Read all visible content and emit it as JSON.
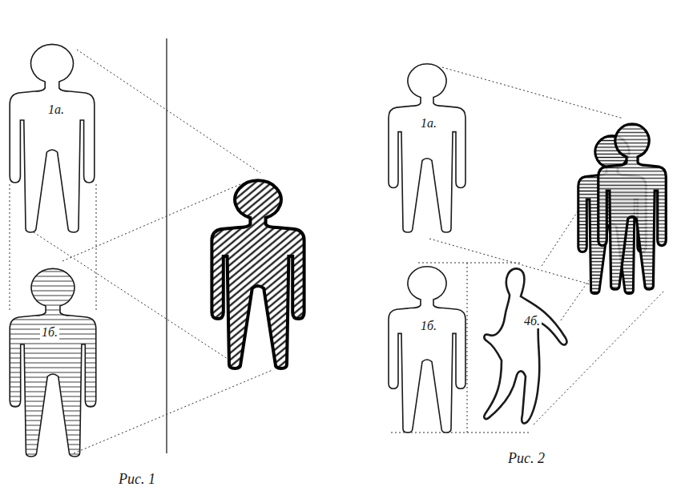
{
  "diagram": {
    "nodes": [
      {
        "text": [
          "1а."
        ]
      },
      {
        "text": [
          "1б."
        ]
      },
      {
        "text": [
          "1а."
        ]
      },
      {
        "text": [
          "1б."
        ]
      },
      {
        "text": [
          "4б."
        ]
      }
    ],
    "labels": [
      "Рис. 1",
      "Рис. 2"
    ]
  }
}
